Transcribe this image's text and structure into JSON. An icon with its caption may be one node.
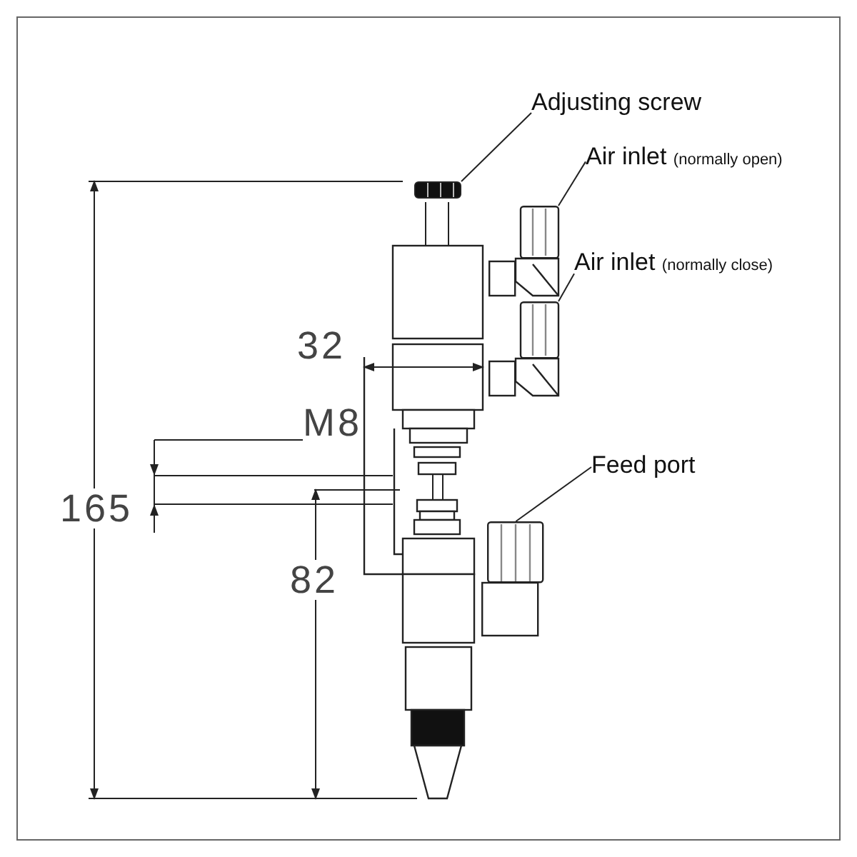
{
  "diagram": {
    "nodes": [
      {
        "text": [
          "Adjusting screw"
        ]
      },
      {
        "text": [
          "Air inlet",
          "(normally open)"
        ]
      },
      {
        "text": [
          "Air inlet",
          "(normally close)"
        ]
      },
      {
        "text": [
          "Feed port"
        ]
      },
      {
        "text": [],
        "shape": "box"
      },
      {
        "text": [],
        "shape": "box"
      },
      {
        "text": [],
        "shape": "box"
      },
      {
        "text": [],
        "shape": "box"
      }
    ],
    "edges": [
      {
        "from": 0,
        "to": 4,
        "arrow": "none"
      },
      {
        "from": 1,
        "to": 5,
        "arrow": "none"
      },
      {
        "from": 2,
        "to": 6,
        "arrow": "none"
      },
      {
        "from": 3,
        "to": 7,
        "arrow": "none"
      }
    ],
    "labels": [
      "32",
      "M8",
      "165",
      "82"
    ]
  }
}
